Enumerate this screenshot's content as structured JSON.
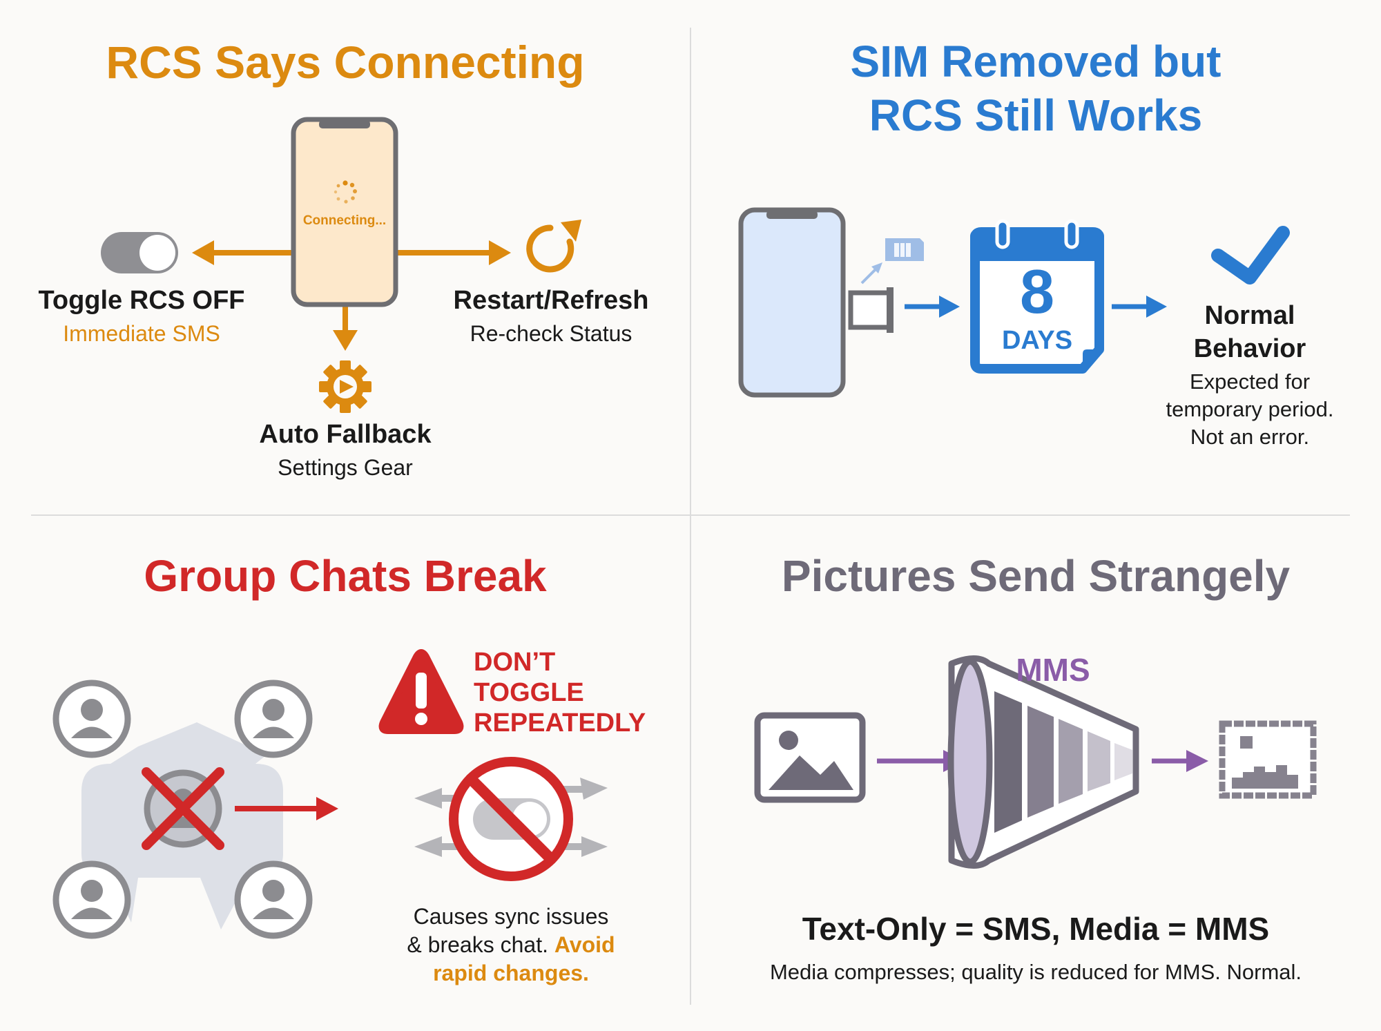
{
  "colors": {
    "orange": "#dc8a10",
    "blue": "#2a7bd0",
    "red": "#d12828",
    "gray": "#6e6a78",
    "purple": "#8a5ca8",
    "dark": "#1a1a1a"
  },
  "rcs_connecting": {
    "title": "RCS Says Connecting",
    "phone_status": "Connecting...",
    "toggle": {
      "title": "Toggle RCS OFF",
      "subtitle": "Immediate SMS"
    },
    "restart": {
      "title": "Restart/Refresh",
      "subtitle": "Re-check Status"
    },
    "fallback": {
      "title": "Auto Fallback",
      "subtitle": "Settings Gear"
    }
  },
  "sim_removed": {
    "title_line1": "SIM Removed but",
    "title_line2": "RCS Still Works",
    "calendar_number": "8",
    "calendar_unit": "DAYS",
    "normal": {
      "title_line1": "Normal",
      "title_line2": "Behavior",
      "desc_line1": "Expected for",
      "desc_line2": "temporary period.",
      "desc_line3": "Not an error."
    }
  },
  "group_chats": {
    "title": "Group Chats Break",
    "warning_line1": "DON’T",
    "warning_line2": "TOGGLE",
    "warning_line3": "REPEATEDLY",
    "desc_line1": "Causes sync issues",
    "desc_line2_plain": "& breaks chat.",
    "desc_line2_highlight": "Avoid",
    "desc_line3_highlight": "rapid changes."
  },
  "pictures": {
    "title": "Pictures Send Strangely",
    "funnel_label": "MMS",
    "summary": "Text-Only = SMS, Media = MMS",
    "note": "Media compresses; quality is reduced for MMS. Normal."
  }
}
